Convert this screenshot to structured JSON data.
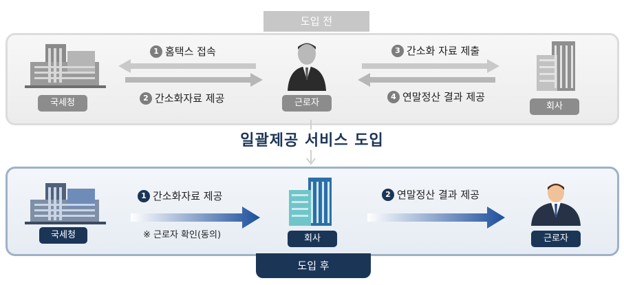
{
  "before": {
    "tab": "도입 전",
    "nodes": {
      "nts": "국세청",
      "worker": "근로자",
      "company": "회사"
    },
    "steps": [
      {
        "num": "1",
        "label": "홈택스 접속"
      },
      {
        "num": "2",
        "label": "간소화자료 제공"
      },
      {
        "num": "3",
        "label": "간소화 자료 제출"
      },
      {
        "num": "4",
        "label": "연말정산 결과 제공"
      }
    ]
  },
  "center_title": "일괄제공 서비스 도입",
  "after": {
    "tab": "도입 후",
    "nodes": {
      "nts": "국세청",
      "company": "회사",
      "worker": "근로자"
    },
    "steps": [
      {
        "num": "1",
        "label": "간소화자료 제공"
      },
      {
        "num": "2",
        "label": "연말정산 결과 제공"
      }
    ],
    "note": "※ 근로자 확인(동의)"
  },
  "colors": {
    "navy": "#1b3557",
    "gray_label": "#8c8c8c",
    "arrow_gray": "#bdbdbd",
    "arrow_blue": "#1d4f9c"
  }
}
